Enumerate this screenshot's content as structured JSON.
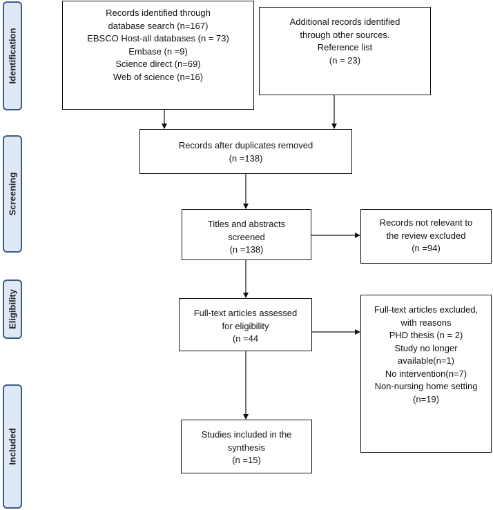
{
  "phases": {
    "identification": "Identification",
    "screening": "Screening",
    "eligibility": "Eligibility",
    "included": "Included"
  },
  "boxes": {
    "database": [
      "Records identified through",
      "database search (n=167)",
      "EBSCO Host-all databases (n = 73)",
      "Embase (n =9)",
      "Science direct (n=69)",
      "Web of science (n=16)"
    ],
    "other": [
      "Additional records identified",
      "through other sources.",
      "Reference list",
      "(n = 23)"
    ],
    "duplicates": [
      "Records after duplicates removed",
      "(n =138)"
    ],
    "screened": [
      "Titles and abstracts",
      "screened",
      "(n =138)"
    ],
    "not_relevant": [
      "Records not relevant to",
      "the review excluded",
      "(n =94)"
    ],
    "fulltext": [
      "Full-text articles assessed",
      "for eligibility",
      "(n =44"
    ],
    "excluded": [
      "Full-text articles excluded,",
      "with reasons",
      "PHD thesis (n = 2)",
      "Study no longer",
      "available(n=1)",
      "No intervention(n=7)",
      "Non-nursing home setting",
      "(n=19)"
    ],
    "included": [
      "Studies included in the",
      "synthesis",
      "(n =15)"
    ]
  }
}
